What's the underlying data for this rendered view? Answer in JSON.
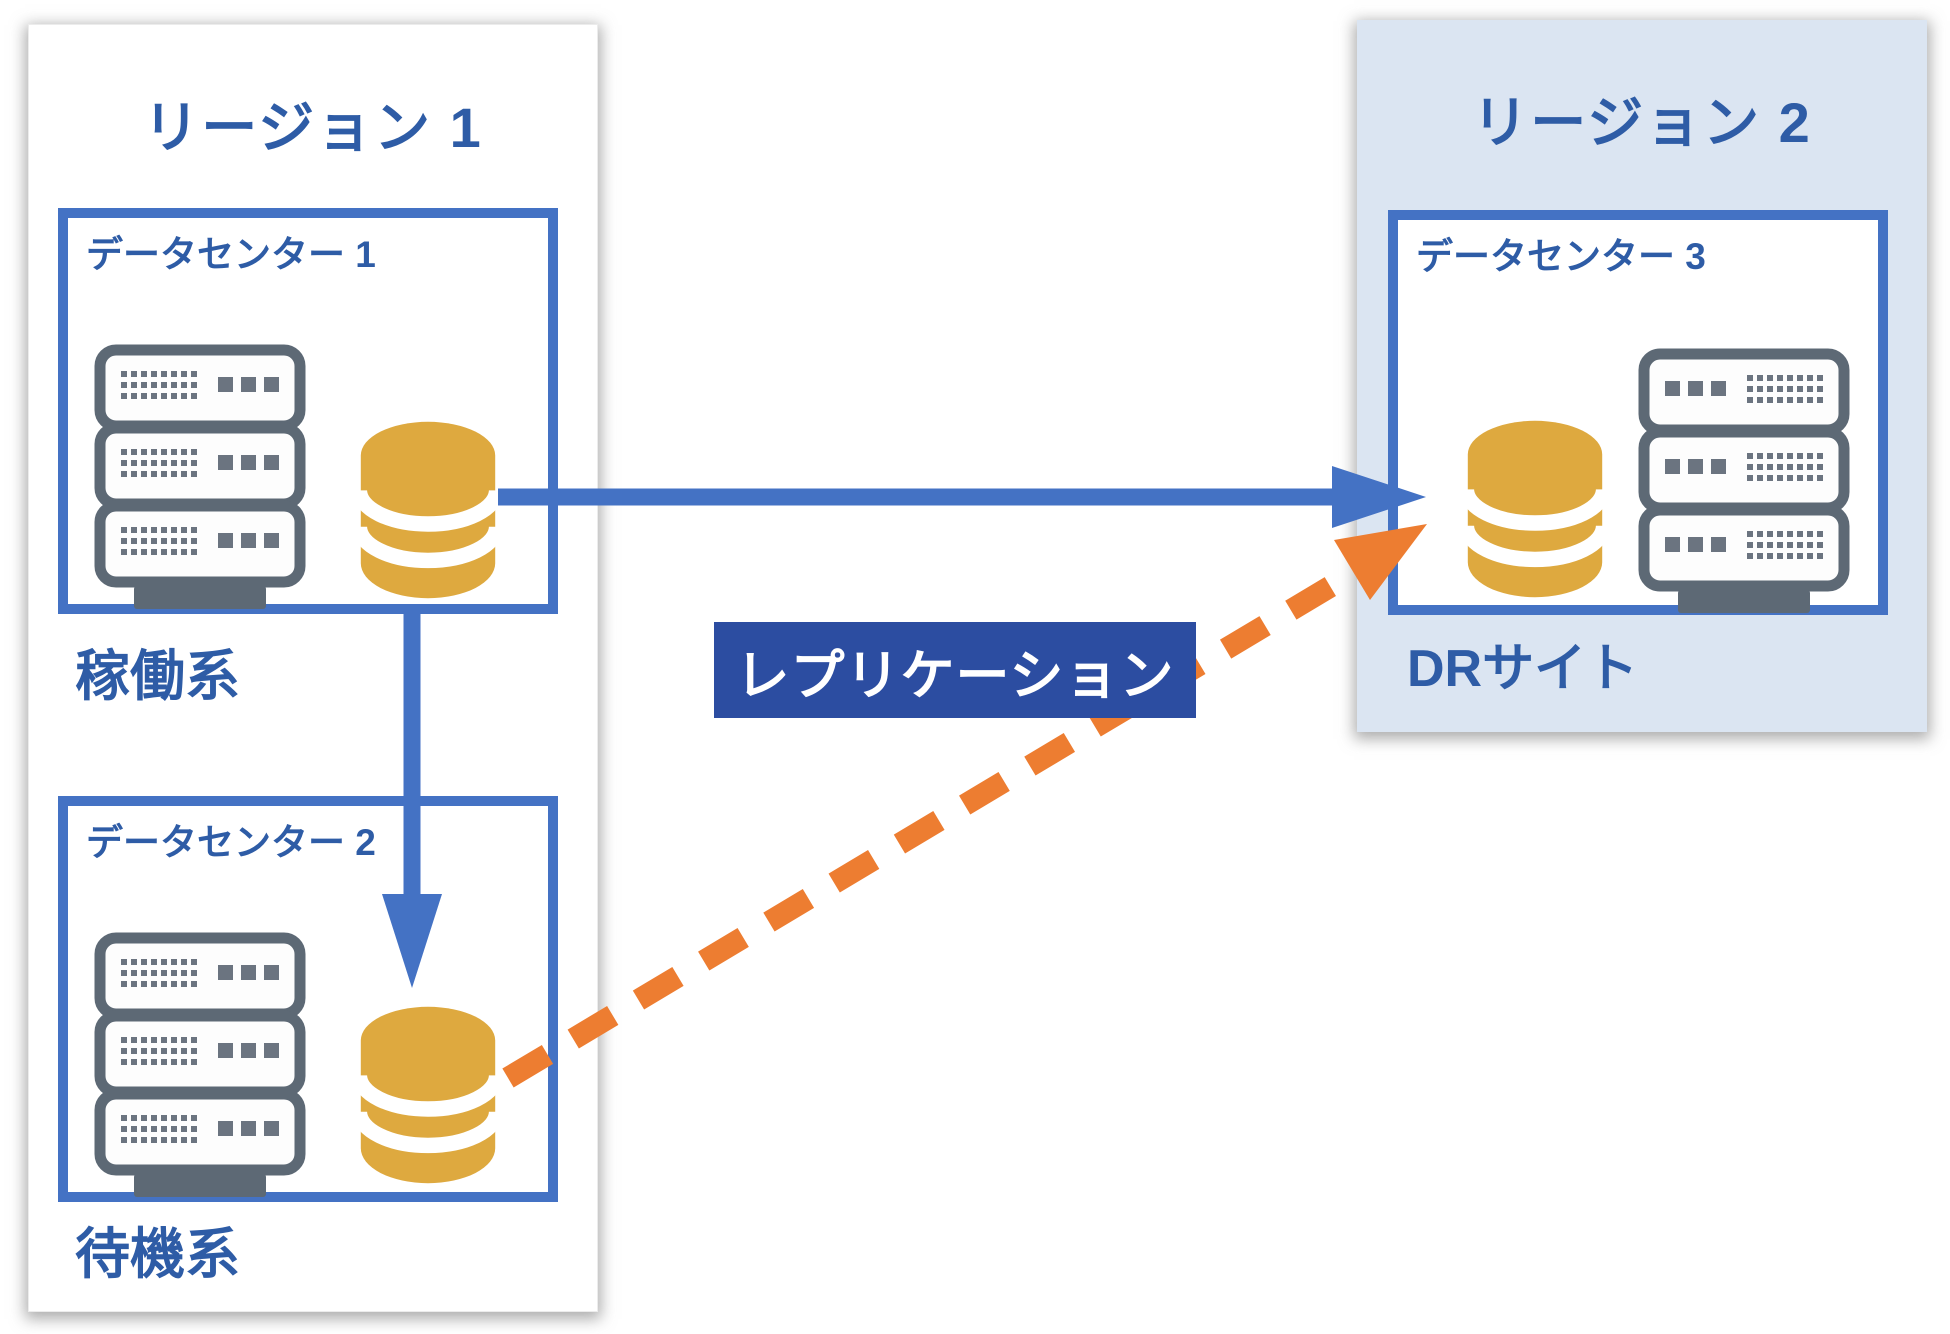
{
  "diagram": {
    "regions": [
      {
        "title": "リージョン 1",
        "datacenters": [
          {
            "title": "データセンター 1",
            "caption": "稼働系"
          },
          {
            "title": "データセンター 2",
            "caption": "待機系"
          }
        ]
      },
      {
        "title": "リージョン 2",
        "datacenters": [
          {
            "title": "データセンター 3",
            "caption": "DRサイト"
          }
        ]
      }
    ],
    "labels": {
      "replication": "レプリケーション"
    },
    "connectors": [
      {
        "name": "active-to-dr",
        "style": "solid",
        "color": "#4472c4",
        "from": "データセンター 1",
        "to": "データセンター 3"
      },
      {
        "name": "active-to-standby",
        "style": "solid",
        "color": "#4472c4",
        "from": "データセンター 1",
        "to": "データセンター 2"
      },
      {
        "name": "standby-to-dr",
        "style": "dashed",
        "color": "#ed7d31",
        "from": "データセンター 2",
        "to": "データセンター 3"
      }
    ],
    "icons": {
      "server": "server-rack-icon",
      "database": "database-cylinder-icon"
    },
    "colors": {
      "accent_blue": "#4472c4",
      "heading_blue": "#2e5ca6",
      "label_box_blue": "#2c4da1",
      "orange": "#ed7d31",
      "database_gold": "#dea93f",
      "server_gray": "#5d6975",
      "region2_fill": "#dbe5f2"
    }
  }
}
